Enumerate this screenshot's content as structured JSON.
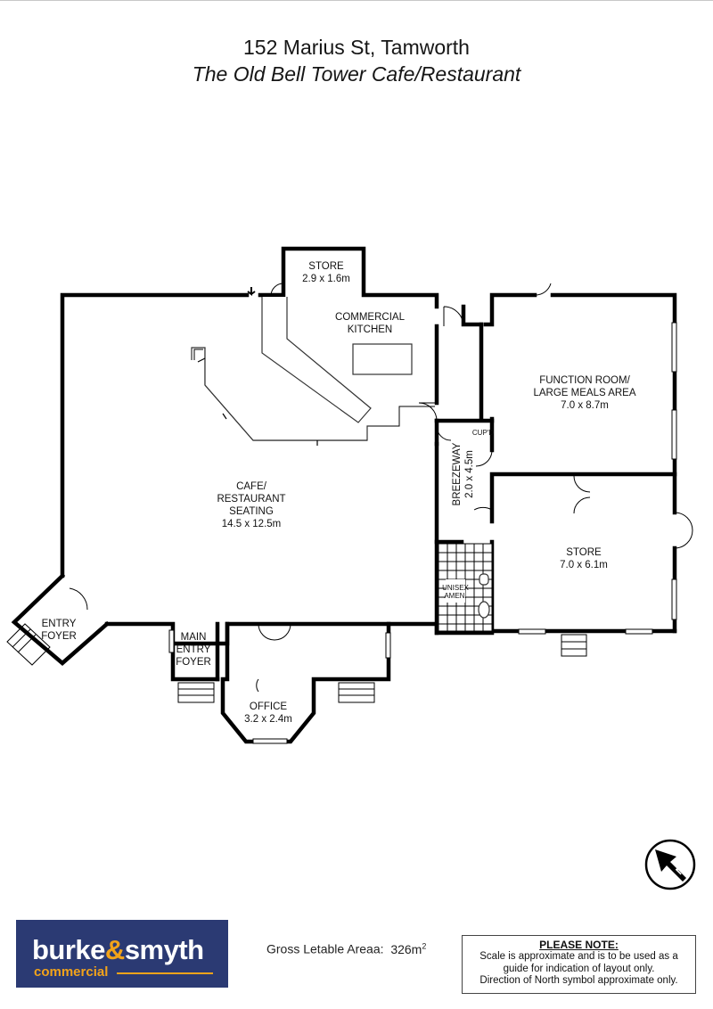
{
  "header": {
    "address": "152 Marius St, Tamworth",
    "property_name": "The Old Bell Tower Cafe/Restaurant"
  },
  "rooms": {
    "store_small": {
      "name": "STORE",
      "dims": "2.9 x 1.6m"
    },
    "kitchen": {
      "line1": "COMMERCIAL",
      "line2": "KITCHEN"
    },
    "function_room": {
      "line1": "FUNCTION ROOM/",
      "line2": "LARGE MEALS AREA",
      "dims": "7.0 x 8.7m"
    },
    "cafe": {
      "line1": "CAFE/",
      "line2": "RESTAURANT",
      "line3": "SEATING",
      "dims": "14.5 x 12.5m"
    },
    "breezeway": {
      "name": "BREEZEWAY",
      "dims": "2.0 x 4.5m"
    },
    "cupboard": {
      "name": "CUP'D"
    },
    "store_large": {
      "name": "STORE",
      "dims": "7.0 x 6.1m"
    },
    "amenities": {
      "line1": "UNISEX",
      "line2": "AMEN."
    },
    "entry_foyer": {
      "line1": "ENTRY",
      "line2": "FOYER"
    },
    "main_entry": {
      "line1": "MAIN",
      "line2": "ENTRY",
      "line3": "FOYER"
    },
    "office": {
      "name": "OFFICE",
      "dims": "3.2 x 2.4m"
    }
  },
  "compass": {
    "label": "N"
  },
  "footer": {
    "brand_part1": "burke",
    "brand_amp": "&",
    "brand_part2": "smyth",
    "brand_sub": "commercial",
    "area_label": "Gross Letable Areaa:",
    "area_value": "326m",
    "area_unit_sup": "2",
    "note_title": "PLEASE NOTE:",
    "note_line1": "Scale is approximate and is to be used as a",
    "note_line2": "guide for indication of layout only.",
    "note_line3": "Direction of North symbol approximate only."
  },
  "colors": {
    "logo_bg": "#2b3a73",
    "logo_accent": "#f2a31a",
    "wall": "#000000"
  }
}
